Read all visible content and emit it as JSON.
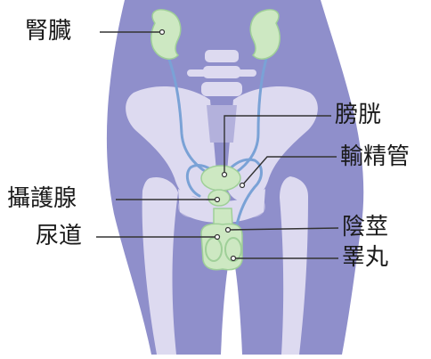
{
  "labels": {
    "kidney": "腎臓",
    "bladder": "膀胱",
    "vas_deferens": "輸精管",
    "prostate": "攝護腺",
    "urethra": "尿道",
    "penis": "陰莖",
    "testis": "睪丸"
  },
  "colors": {
    "body": "#8f8fcb",
    "bone": "#dddaf0",
    "bone_shadow": "#b3b1dc",
    "organ": "#cde8c2",
    "organ_edge": "#9fcf98",
    "vessel": "#7aa2d6",
    "leader_line": "#333333",
    "text": "#1a1a1a"
  }
}
